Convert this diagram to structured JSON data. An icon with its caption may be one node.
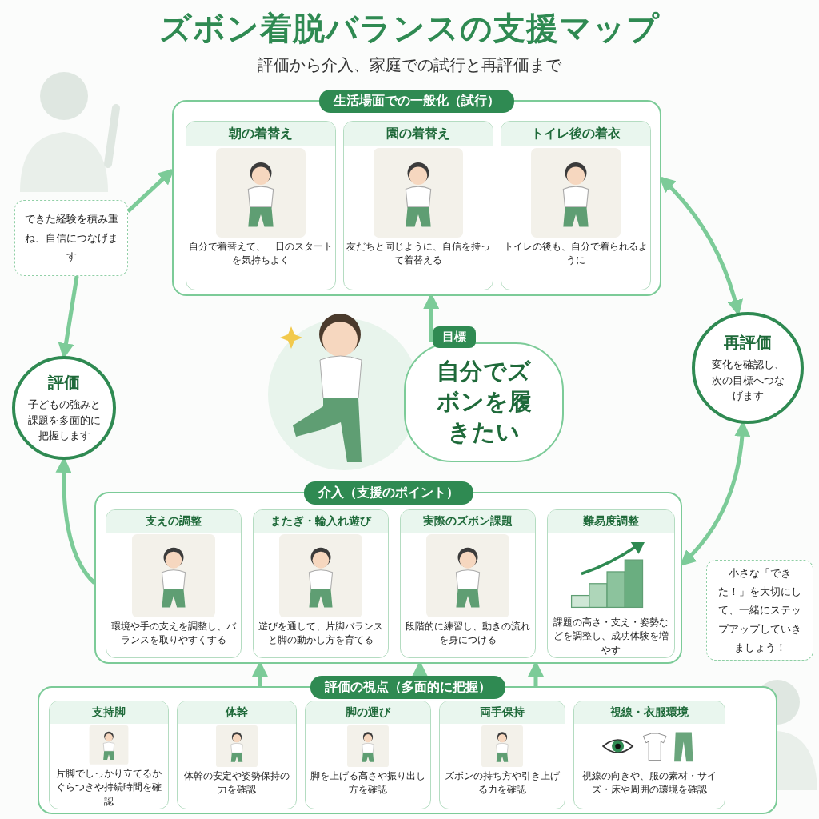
{
  "diagram": {
    "title": "ズボン着脱バランスの支援マップ",
    "nodes": [
      {
        "text": [
          "生活場面での一般化（試行）"
        ]
      },
      {
        "text": [
          "朝の着替え",
          "自分で着替えて、一日のスタートを気持ちよく"
        ],
        "in": 0
      },
      {
        "text": [
          "園の着替え",
          "友だちと同じように、自信を持って着替える"
        ],
        "in": 0
      },
      {
        "text": [
          "トイレ後の着衣",
          "トイレの後も、自分で着られるように"
        ],
        "in": 0
      },
      {
        "text": [
          "目標",
          "自分でズボンを履きたい"
        ]
      },
      {
        "text": [
          "評価",
          "子どもの強みと課題を多面的に把握します"
        ]
      },
      {
        "text": [
          "再評価",
          "変化を確認し、次の目標へつなげます"
        ]
      },
      {
        "text": [
          "介入（支援のポイント）"
        ]
      },
      {
        "text": [
          "支えの調整",
          "環境や手の支えを調整し、バランスを取りやすくする"
        ],
        "in": 7
      },
      {
        "text": [
          "またぎ・輪入れ遊び",
          "遊びを通して、片脚バランスと脚の動かし方を育てる"
        ],
        "in": 7
      },
      {
        "text": [
          "実際のズボン課題",
          "段階的に練習し、動きの流れを身につける"
        ],
        "in": 7
      },
      {
        "text": [
          "難易度調整",
          "課題の高さ・支え・姿勢などを調整し、成功体験を増やす"
        ],
        "in": 7
      },
      {
        "text": [
          "評価の視点（多面的に把握）"
        ]
      },
      {
        "text": [
          "支持脚",
          "片脚でしっかり立てるかぐらつきや持続時間を確認"
        ],
        "in": 12
      },
      {
        "text": [
          "体幹",
          "体幹の安定や姿勢保持の力を確認"
        ],
        "in": 12
      },
      {
        "text": [
          "脚の運び",
          "脚を上げる高さや振り出し方を確認"
        ],
        "in": 12
      },
      {
        "text": [
          "両手保持",
          "ズボンの持ち方や引き上げる力を確認"
        ],
        "in": 12
      },
      {
        "text": [
          "視線・衣服環境",
          "視線の向きや、服の素材・サイズ・床や周囲の環境を確認"
        ],
        "in": 12
      },
      {
        "text": [
          "できた経験を積み重ね、自信につなげます"
        ]
      },
      {
        "text": [
          "小さな「できた！」を大切にして、一緒にステップアップしていきましょう！"
        ]
      }
    ],
    "edges": [
      {
        "from": 18,
        "to": 0,
        "arrow": "to"
      },
      {
        "from": 18,
        "to": 5,
        "arrow": "to"
      },
      {
        "from": 7,
        "to": 5,
        "arrow": "to"
      },
      {
        "from": 6,
        "to": 0,
        "arrow": "both"
      },
      {
        "from": 6,
        "to": 7,
        "arrow": "both"
      },
      {
        "from": 4,
        "to": 0,
        "arrow": "to"
      },
      {
        "from": 12,
        "to": 7,
        "arrow": "to"
      },
      {
        "from": 12,
        "to": 7,
        "arrow": "to"
      },
      {
        "from": 12,
        "to": 7,
        "arrow": "to"
      }
    ],
    "labels": [
      "評価から介入、家庭での試行と再評価まで"
    ]
  }
}
